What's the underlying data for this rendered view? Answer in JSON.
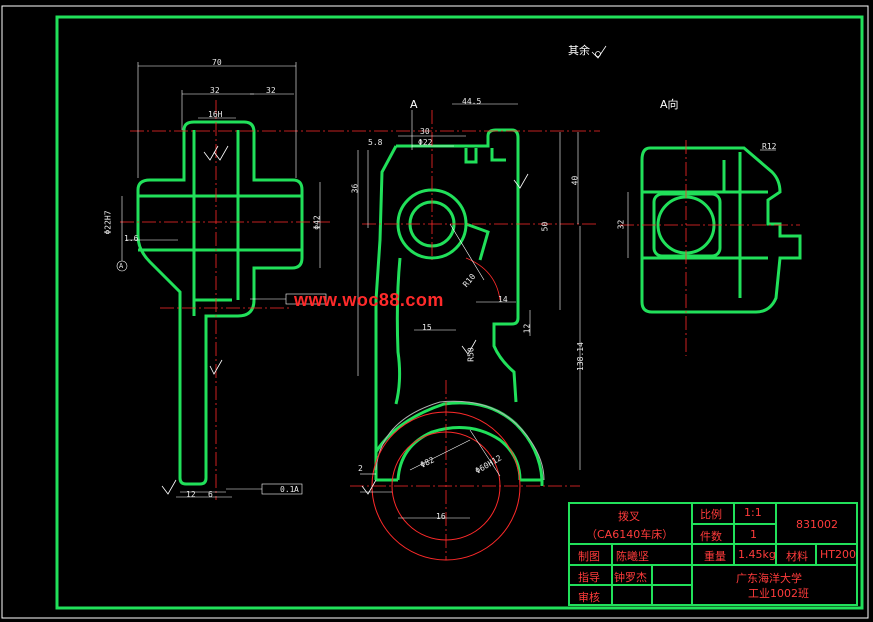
{
  "drawing": {
    "roughness_note": "其余",
    "view_label": "A向",
    "section_mark": "A",
    "datum_mark": "A",
    "watermark": "www.woc88.com",
    "dimensions": {
      "overall_width": "70",
      "inner_width": "32",
      "right_step": "32",
      "slot": "16H",
      "bore_depth": "Φ42",
      "left_height": "Φ22H7",
      "small_dim": "1.6",
      "bottom_tol": "0.1",
      "bottom_datum": "A",
      "bottom_w1": "12",
      "bottom_w2": "6",
      "top_offset": "44.5",
      "top_w": "30",
      "top_slot": "Φ22",
      "top_left": "5.8",
      "mid_h1": "36",
      "mid_h2": "40",
      "mid_h3": "50",
      "dim_14": "14",
      "dim_12": "12",
      "total_h": "138.14",
      "radius_r": "R10",
      "angle_r": "R50",
      "arc_r": "Φ82",
      "arc_r2": "Φ60H12",
      "dim_15": "15",
      "dim_16": "16",
      "dim_2": "2",
      "side_w": "32",
      "side_r": "R12"
    }
  },
  "title_block": {
    "part_name": "拨叉",
    "machine": "（CA6140车床）",
    "scale_label": "比例",
    "scale_value": "1:1",
    "qty_label": "件数",
    "qty_value": "1",
    "drawing_no": "831002",
    "drafter_label": "制图",
    "drafter_name": "陈曦坚",
    "weight_label": "重量",
    "weight_value": "1.45kg",
    "material_label": "材料",
    "material_value": "HT200",
    "advisor_label": "指导",
    "advisor_name": "钟罗杰",
    "school": "广东海洋大学",
    "class_name": "工业1002班",
    "review_label": "审核"
  },
  "colors": {
    "outline": "#21e05a",
    "dimension": "#ffffff",
    "center_line": "#ff2a2a",
    "title_text": "#ff3b3b",
    "background": "#000000"
  }
}
